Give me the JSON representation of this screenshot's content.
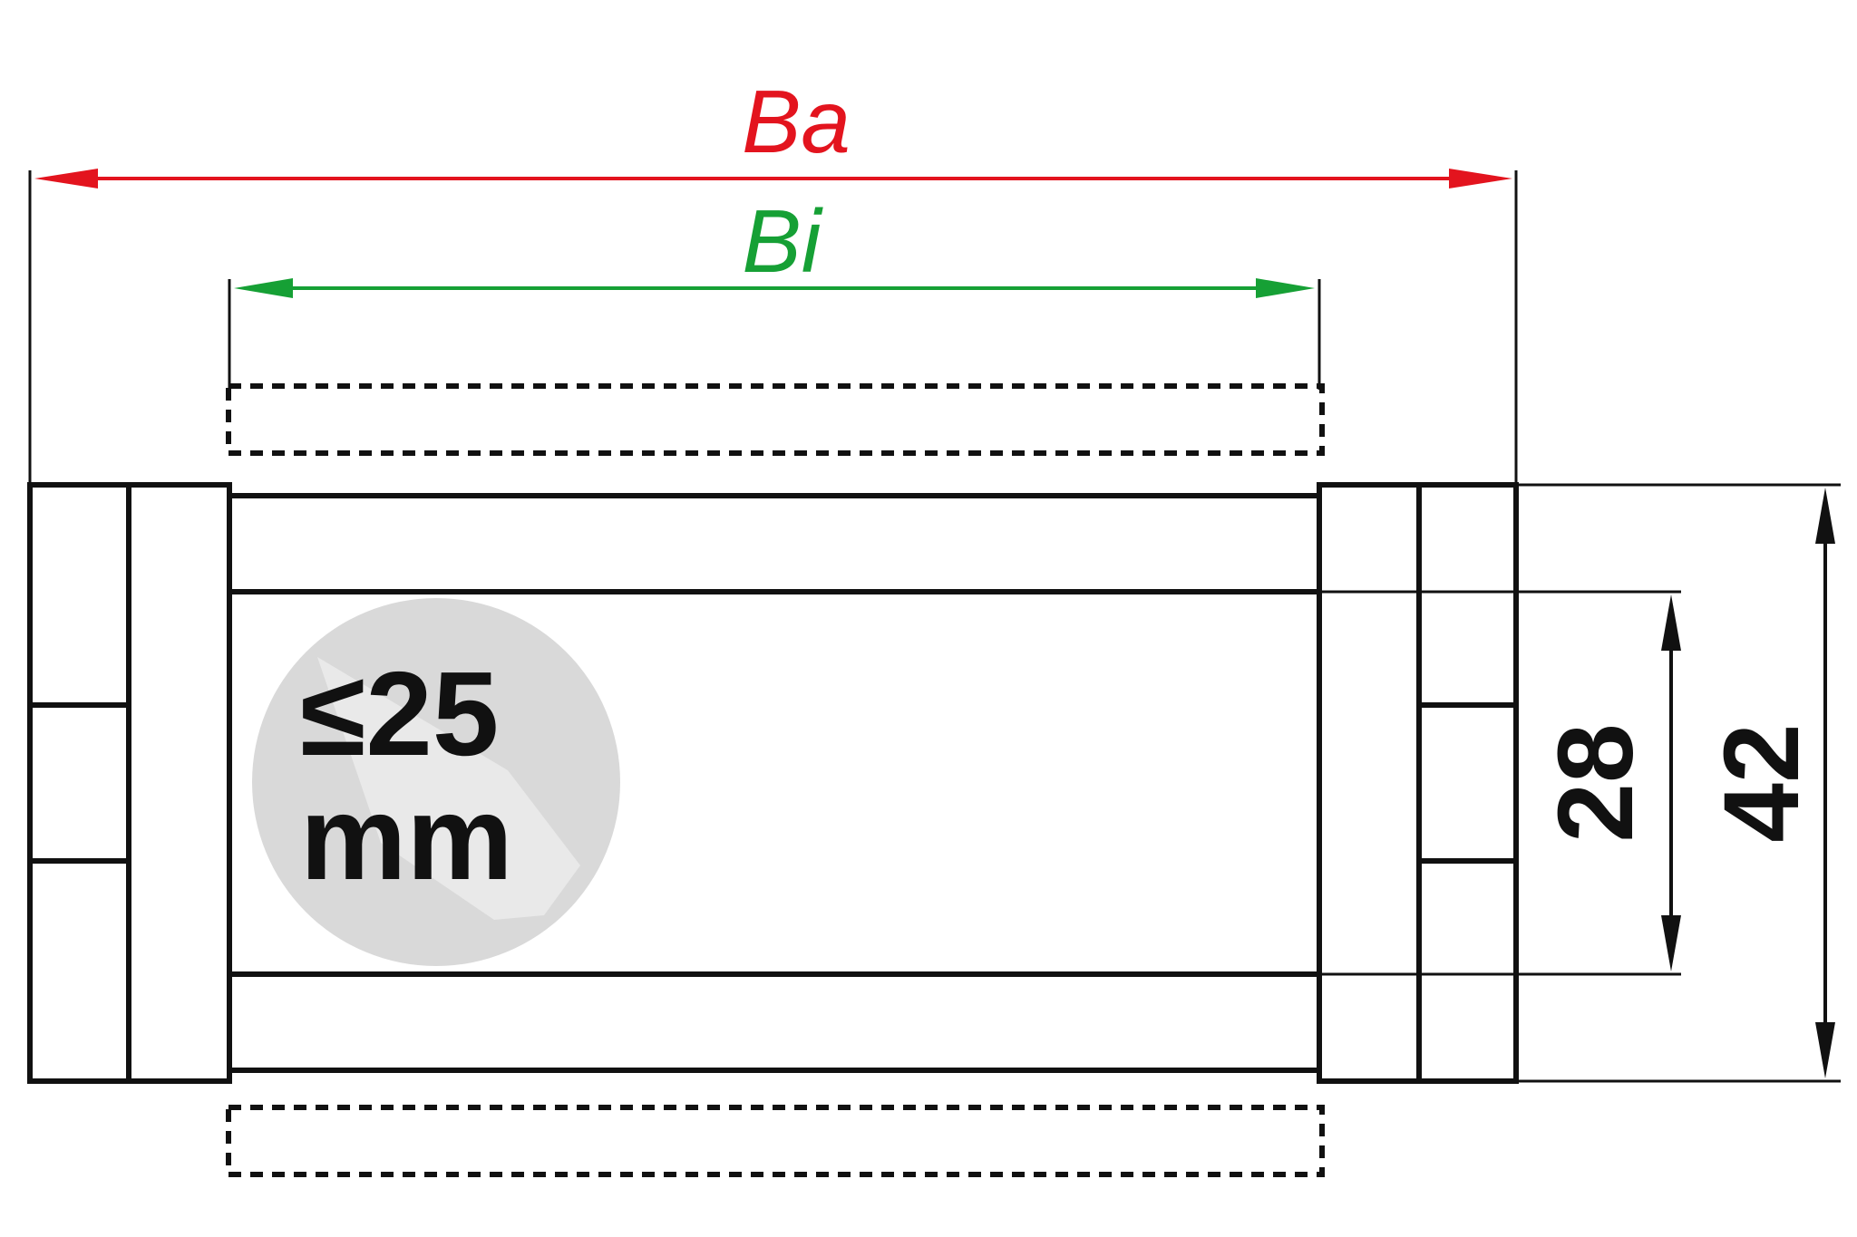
{
  "labels": {
    "outer_width": "Ba",
    "inner_width": "Bi",
    "inner_height": "28",
    "outer_height": "42",
    "badge_line1": "≤25",
    "badge_line2": "mm"
  },
  "colors": {
    "outer_width_arrow": "#e3141e",
    "inner_width_arrow": "#16a035",
    "outline": "#111111",
    "badge_fill": "#d9d9d9"
  }
}
